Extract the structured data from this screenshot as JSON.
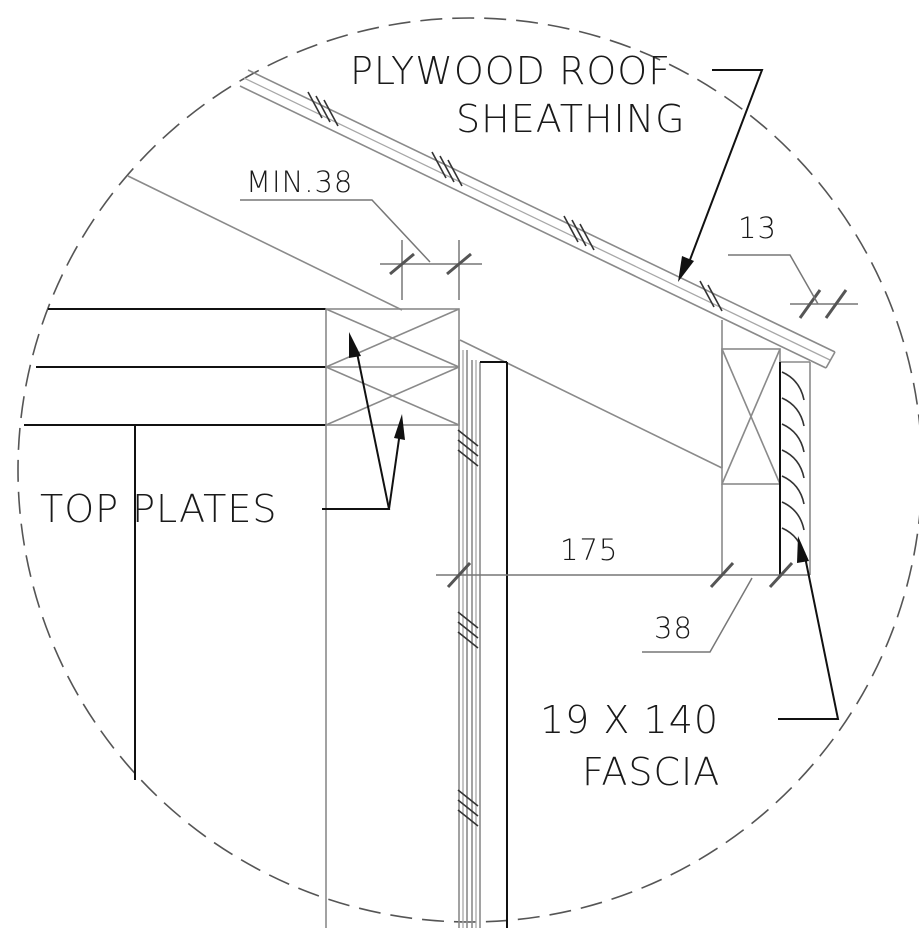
{
  "labels": {
    "sheathing_line1": "PLYWOOD ROOF",
    "sheathing_line2": "SHEATHING",
    "min38": "MIN.38",
    "d13": "13",
    "top_plates": "TOP PLATES",
    "d175": "175",
    "d38": "38",
    "fascia_line1": "19 X 140",
    "fascia_line2": "FASCIA"
  },
  "colors": {
    "ink": "#111111",
    "linework": "#8a8a8a",
    "border": "#555555",
    "background": "#ffffff"
  },
  "detail_border": "dashed-circle"
}
